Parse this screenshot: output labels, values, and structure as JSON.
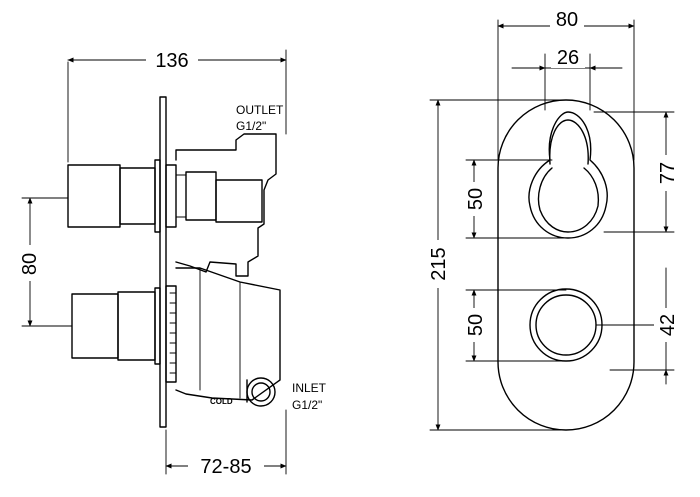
{
  "side_view": {
    "width_label": "136",
    "height_label": "80",
    "depth_label": "72-85",
    "outlet": {
      "line1": "OUTLET",
      "line2": "G1/2\""
    },
    "inlet": {
      "line1": "INLET",
      "line2": "G1/2\""
    },
    "cold_label": "COLD"
  },
  "front_view": {
    "width_label": "80",
    "inner_width_label": "26",
    "height_label": "215",
    "top_knob_label": "50",
    "top_offset_label": "77",
    "bottom_knob_label": "50",
    "bottom_offset_label": "42"
  }
}
